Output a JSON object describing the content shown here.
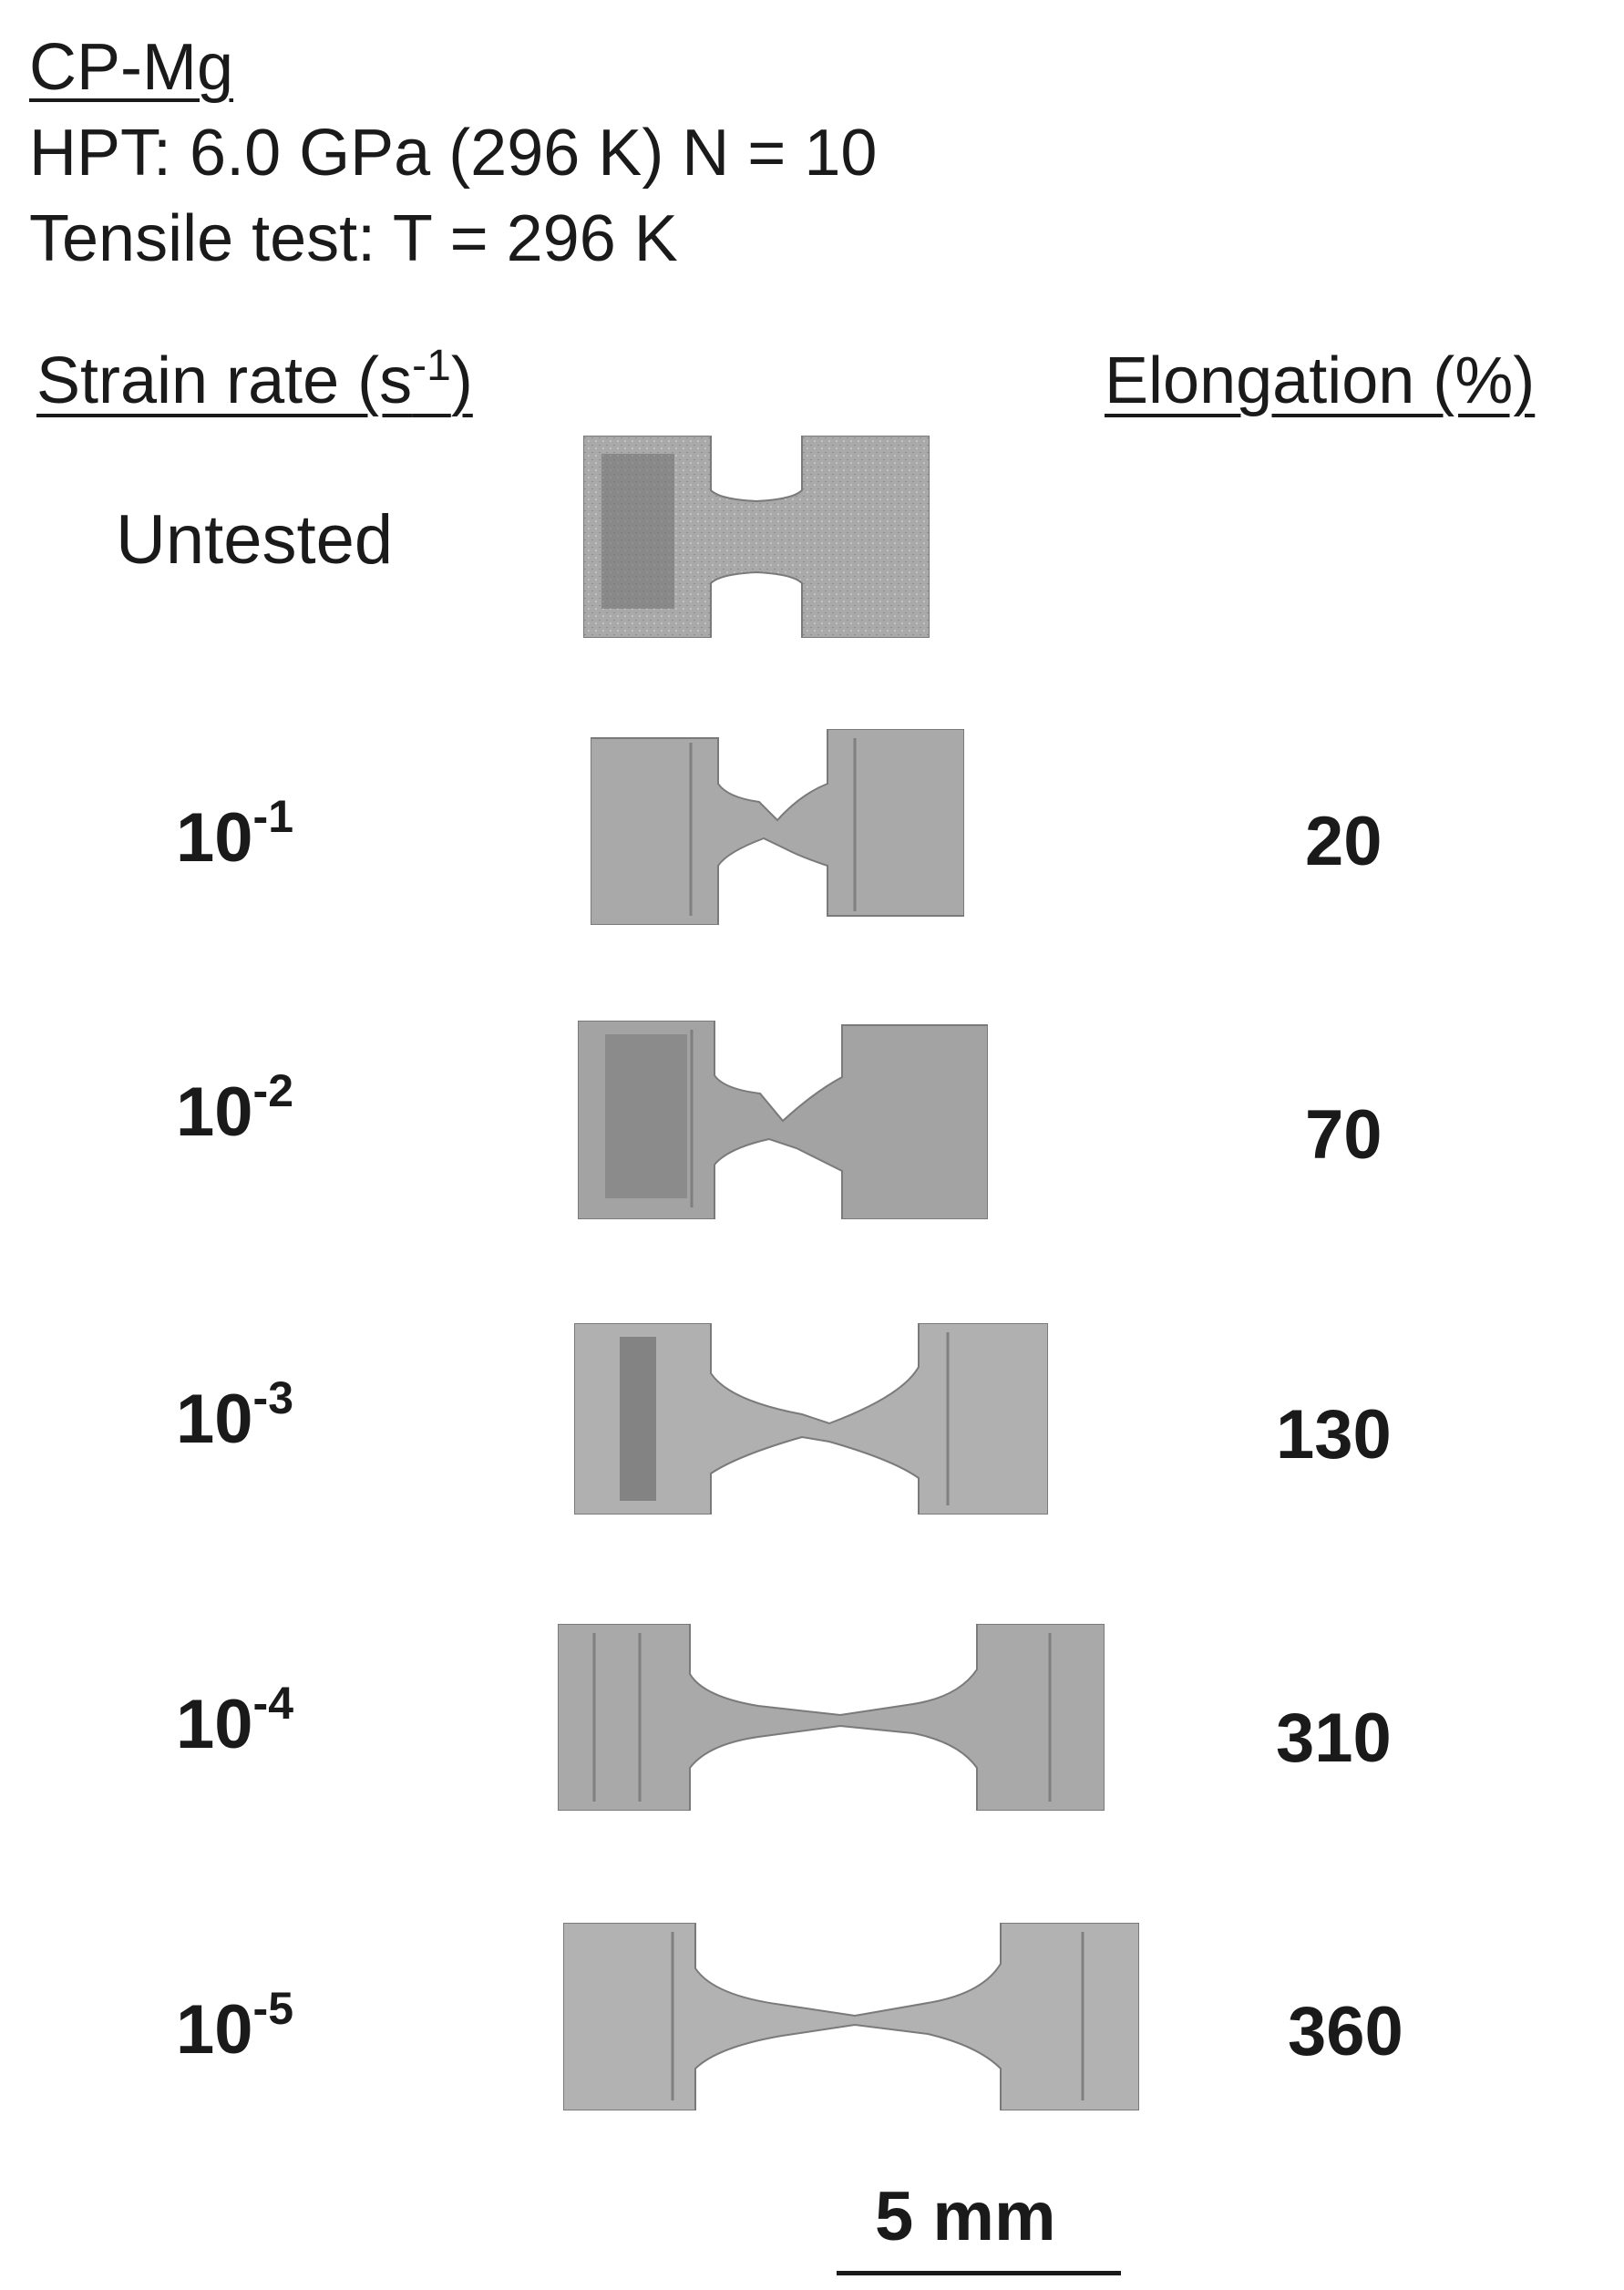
{
  "header": {
    "material": "CP-Mg",
    "hpt": "HPT: 6.0 GPa (296 K) N = 10",
    "tensile": "Tensile test: T = 296 K"
  },
  "columns": {
    "strain_rate_text": "Strain rate (s",
    "strain_rate_exp": "-1",
    "strain_rate_close": ")",
    "elongation": "Elongation (%)"
  },
  "rows": [
    {
      "label": "Untested",
      "elongation": ""
    },
    {
      "base": "10",
      "exp": "-1",
      "elongation": "20"
    },
    {
      "base": "10",
      "exp": "-2",
      "elongation": "70"
    },
    {
      "base": "10",
      "exp": "-3",
      "elongation": "130"
    },
    {
      "base": "10",
      "exp": "-4",
      "elongation": "310"
    },
    {
      "base": "10",
      "exp": "-5",
      "elongation": "360"
    }
  ],
  "scale_bar": {
    "label": "5 mm"
  },
  "colors": {
    "specimen_fill": "#a8a8a8",
    "specimen_dark": "#6f6f6f",
    "text": "#1a1a1a"
  }
}
